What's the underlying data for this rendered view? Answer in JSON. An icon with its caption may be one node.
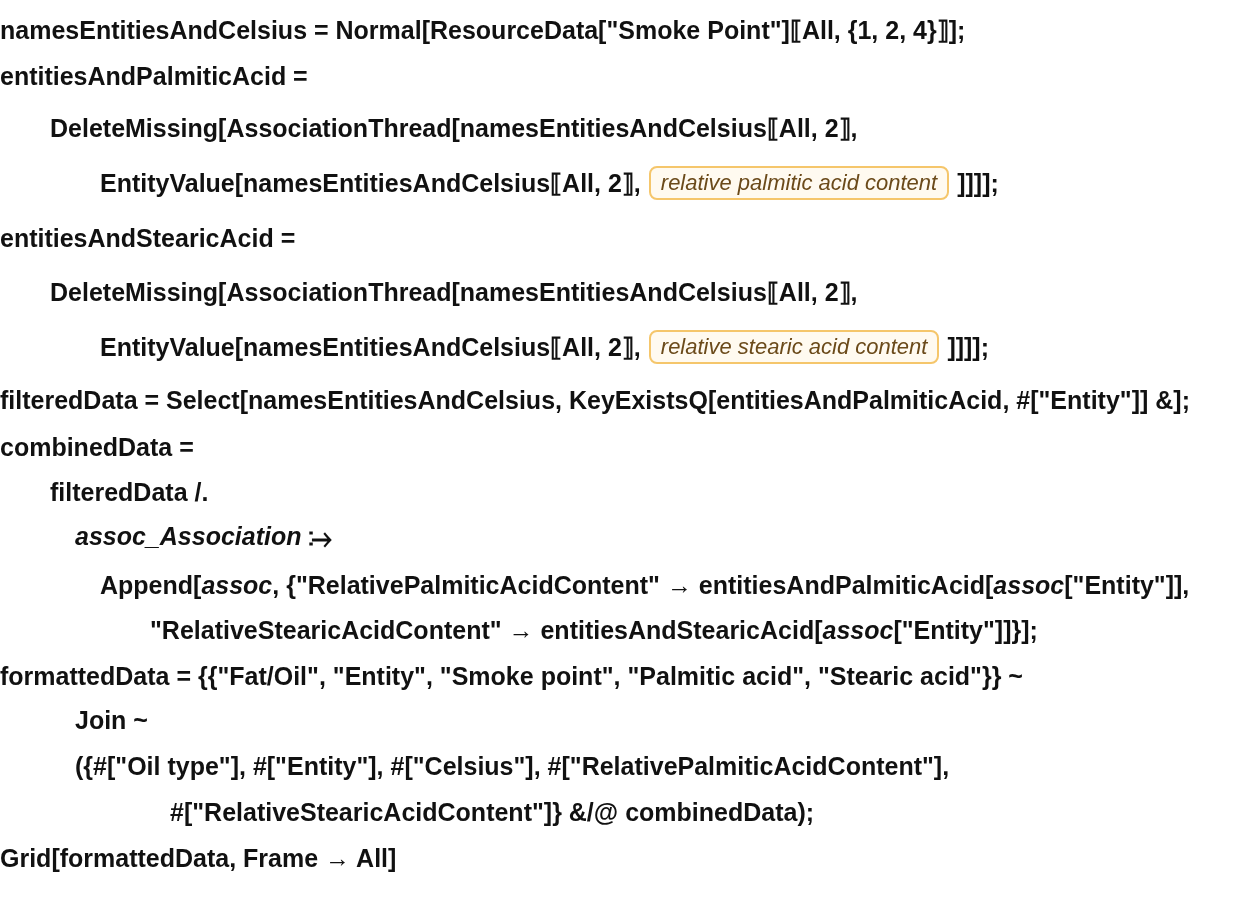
{
  "diagram": {
    "nodes": [
      {
        "text": [
          "relative palmitic acid content"
        ]
      },
      {
        "text": [
          "relative stearic acid content"
        ]
      }
    ],
    "labels": [
      "namesEntitiesAndCelsius = Normal[ResourceData[\"Smoke Point\"]⟦All, {1, 2, 4}⟧];",
      "entitiesAndPalmiticAcid =",
      "DeleteMissing[AssociationThread[namesEntitiesAndCelsius⟦All, 2⟧,",
      "EntityValue[namesEntitiesAndCelsius⟦All, 2⟧,",
      "]]]];",
      "entitiesAndStearicAcid =",
      "DeleteMissing[AssociationThread[namesEntitiesAndCelsius⟦All, 2⟧,",
      "EntityValue[namesEntitiesAndCelsius⟦All, 2⟧,",
      "]]]];",
      "filteredData = Select[namesEntitiesAndCelsius, KeyExistsQ[entitiesAndPalmiticAcid, #[\"Entity\"]] &];",
      "combinedData =",
      "filteredData /.",
      "*assoc_Association* ⧴",
      "Append[*assoc*, {\"RelativePalmiticAcidContent\" → entitiesAndPalmiticAcid[*assoc*[\"Entity\"]],",
      "\"RelativeStearicAcidContent\" → entitiesAndStearicAcid[*assoc*[\"Entity\"]]}];",
      "formattedData = {{\"Fat/Oil\", \"Entity\", \"Smoke point\", \"Palmitic acid\", \"Stearic acid\"}} ~",
      "Join ~",
      "({#[\"Oil type\"], #[\"Entity\"], #[\"Celsius\"], #[\"RelativePalmiticAcidContent\"],",
      "#[\"RelativeStearicAcidContent\"]} &/@ combinedData);",
      "Grid[formattedData, Frame → All]"
    ]
  }
}
